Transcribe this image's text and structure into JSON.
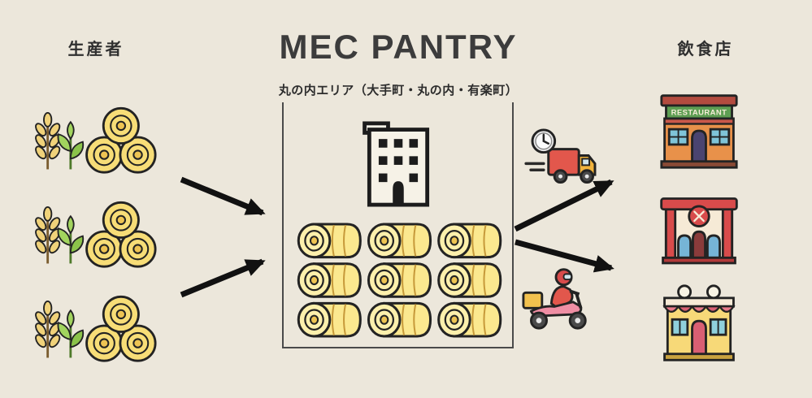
{
  "header": {
    "title": "MEC PANTRY",
    "subtitle": "丸の内エリア（大手町・丸の内・有楽町）"
  },
  "labels": {
    "producers": "生産者",
    "restaurants": "飲食店"
  },
  "restaurant": {
    "sign_text": "RESTAURANT"
  },
  "icons": {
    "producer": "wheat-haybale-icon",
    "building": "office-building-icon",
    "stock": "haybale-stack-icon",
    "truck": "delivery-truck-clock-icon",
    "scooter": "delivery-scooter-icon",
    "restaurant_shop": "restaurant-storefront-icon",
    "bistro_shop": "bistro-storefront-icon",
    "cafe_shop": "cafe-storefront-icon",
    "flow_arrows": "black-arrow-icon"
  },
  "colors": {
    "background": "#ece7db",
    "title_text": "#3c3c3c",
    "outline": "#232323",
    "hay_yellow": "#f7dd77",
    "hay_cream": "#fdf0ac",
    "wheat_gold": "#f0d27a",
    "leaf_green": "#a2d45e",
    "truck_red": "#e2574c",
    "cab_yellow": "#f2b33c",
    "scooter_pink": "#ef8ea4",
    "box_yellow": "#f2c14e",
    "sign_green": "#5e9e53",
    "storefront_orange": "#e8914a",
    "storefront_red": "#d84b4b",
    "awning_pink": "#e87a8a",
    "facade_yellow": "#f7d978",
    "window_blue": "#7fc4d8"
  }
}
